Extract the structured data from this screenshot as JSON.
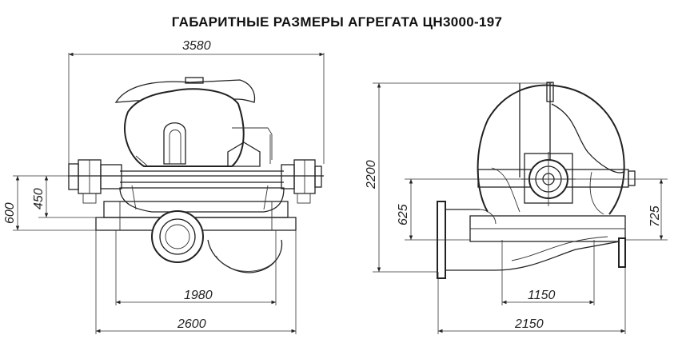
{
  "title": "ГАБАРИТНЫЕ РАЗМЕРЫ АГРЕГАТА ЦН3000-197",
  "front_view": {
    "dim_overall_width": "3580",
    "dim_height_600": "600",
    "dim_height_450": "450",
    "dim_base_1980": "1980",
    "dim_base_2600": "2600"
  },
  "side_view": {
    "dim_height_2200": "2200",
    "dim_height_625": "625",
    "dim_height_725": "725",
    "dim_base_1150": "1150",
    "dim_base_2150": "2150"
  }
}
